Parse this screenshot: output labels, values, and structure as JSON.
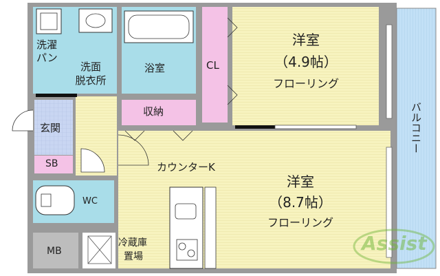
{
  "rooms": {
    "laundry": {
      "line1": "洗濯",
      "line2": "パン"
    },
    "washroom": {
      "line1": "洗面",
      "line2": "脱衣所"
    },
    "bath": {
      "label": "浴室"
    },
    "closet": {
      "label": "CL"
    },
    "western_small": {
      "line1": "洋室",
      "line2": "（4.9帖）",
      "line3": "フローリング"
    },
    "storage": {
      "label": "収納"
    },
    "entrance": {
      "label": "玄関"
    },
    "shoe_box": {
      "label": "SB"
    },
    "toilet": {
      "label": "WC"
    },
    "western_large": {
      "line1": "洋室",
      "line2": "（8.7帖）",
      "line3": "フローリング"
    },
    "counter_kitchen": {
      "label": "カウンターK"
    },
    "meter_box": {
      "label": "MB"
    },
    "fridge_space": {
      "line1": "冷蔵庫",
      "line2": "置場"
    },
    "balcony": {
      "label": "バルコニー"
    }
  },
  "watermark": {
    "text": "Assist"
  },
  "colors": {
    "wet_area": "#a9dde9",
    "flooring": "#f7f3bf",
    "closet": "#f4c2e6",
    "entrance": "#c9d6f2",
    "balcony": "#c2e0f6",
    "wall": "#9a9a9a",
    "watermark": "#6fb63a"
  }
}
